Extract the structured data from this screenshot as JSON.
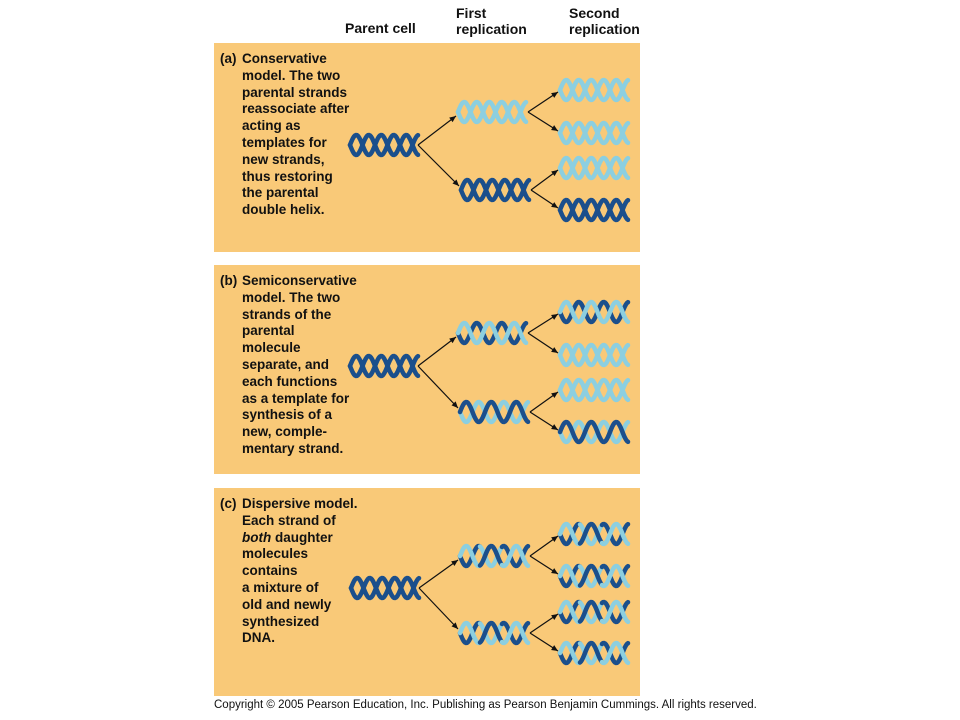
{
  "headers": {
    "parent": "Parent cell",
    "first": [
      "First",
      "replication"
    ],
    "second": [
      "Second",
      "replication"
    ]
  },
  "panels": [
    {
      "id": "a",
      "letter": "(a)",
      "lines": [
        "Conservative",
        "model. The two",
        "parental strands",
        "reassociate after",
        "acting as",
        "templates for",
        "new strands,",
        "thus restoring",
        "the parental",
        "double helix."
      ],
      "parent": [
        "D",
        "D"
      ],
      "first": [
        [
          "L",
          "L"
        ],
        [
          "D",
          "D"
        ]
      ],
      "second": [
        [
          "L",
          "L"
        ],
        [
          "L",
          "L"
        ],
        [
          "L",
          "L"
        ],
        [
          "D",
          "D"
        ]
      ]
    },
    {
      "id": "b",
      "letter": "(b)",
      "lines": [
        "Semiconservative",
        "model. The two",
        "strands of the",
        "parental",
        "molecule",
        "separate, and",
        "each functions",
        "as a template for",
        "synthesis of a",
        "new, comple-",
        "mentary strand."
      ],
      "parent": [
        "D",
        "D"
      ],
      "first": [
        [
          "D",
          "L"
        ],
        [
          "L",
          "D"
        ]
      ],
      "second": [
        [
          "D",
          "L"
        ],
        [
          "L",
          "L"
        ],
        [
          "L",
          "L"
        ],
        [
          "L",
          "D"
        ]
      ]
    },
    {
      "id": "c",
      "letter": "(c)",
      "lines": [
        "Dispersive model.",
        "Each strand of",
        "both daughter",
        "molecules",
        "contains",
        "a mixture of",
        "old and newly",
        "synthesized",
        "DNA."
      ],
      "italic_word": "both",
      "parent": [
        "D",
        "D"
      ],
      "first": [
        [
          "M",
          "M"
        ],
        [
          "M",
          "M"
        ]
      ],
      "second": [
        [
          "M",
          "M"
        ],
        [
          "M",
          "M"
        ],
        [
          "M",
          "M"
        ],
        [
          "M",
          "M"
        ]
      ]
    }
  ],
  "colors": {
    "old": "#1b4f8c",
    "new": "#8ccfe0",
    "panel": "#f9c978"
  },
  "copyright": "Copyright © 2005 Pearson Education, Inc. Publishing as Pearson Benjamin Cummings. All rights reserved."
}
